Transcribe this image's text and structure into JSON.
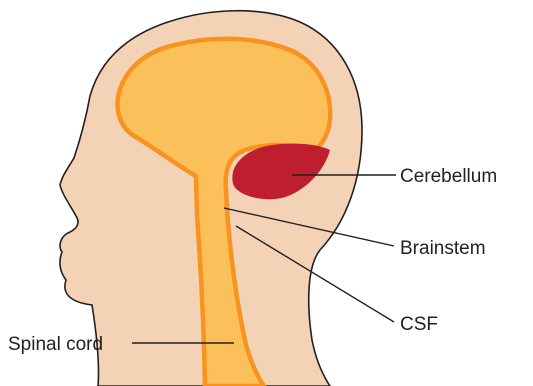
{
  "labels": {
    "cerebellum": "Cerebellum",
    "brainstem": "Brainstem",
    "csf": "CSF",
    "spinal_cord": "Spinal cord"
  },
  "colors": {
    "skin": "#f3d2b6",
    "skin_outline": "#231f20",
    "brain_fill": "#fcc05a",
    "brain_outline": "#f7931e",
    "cerebellum": "#be1e2d",
    "text": "#231f20"
  }
}
